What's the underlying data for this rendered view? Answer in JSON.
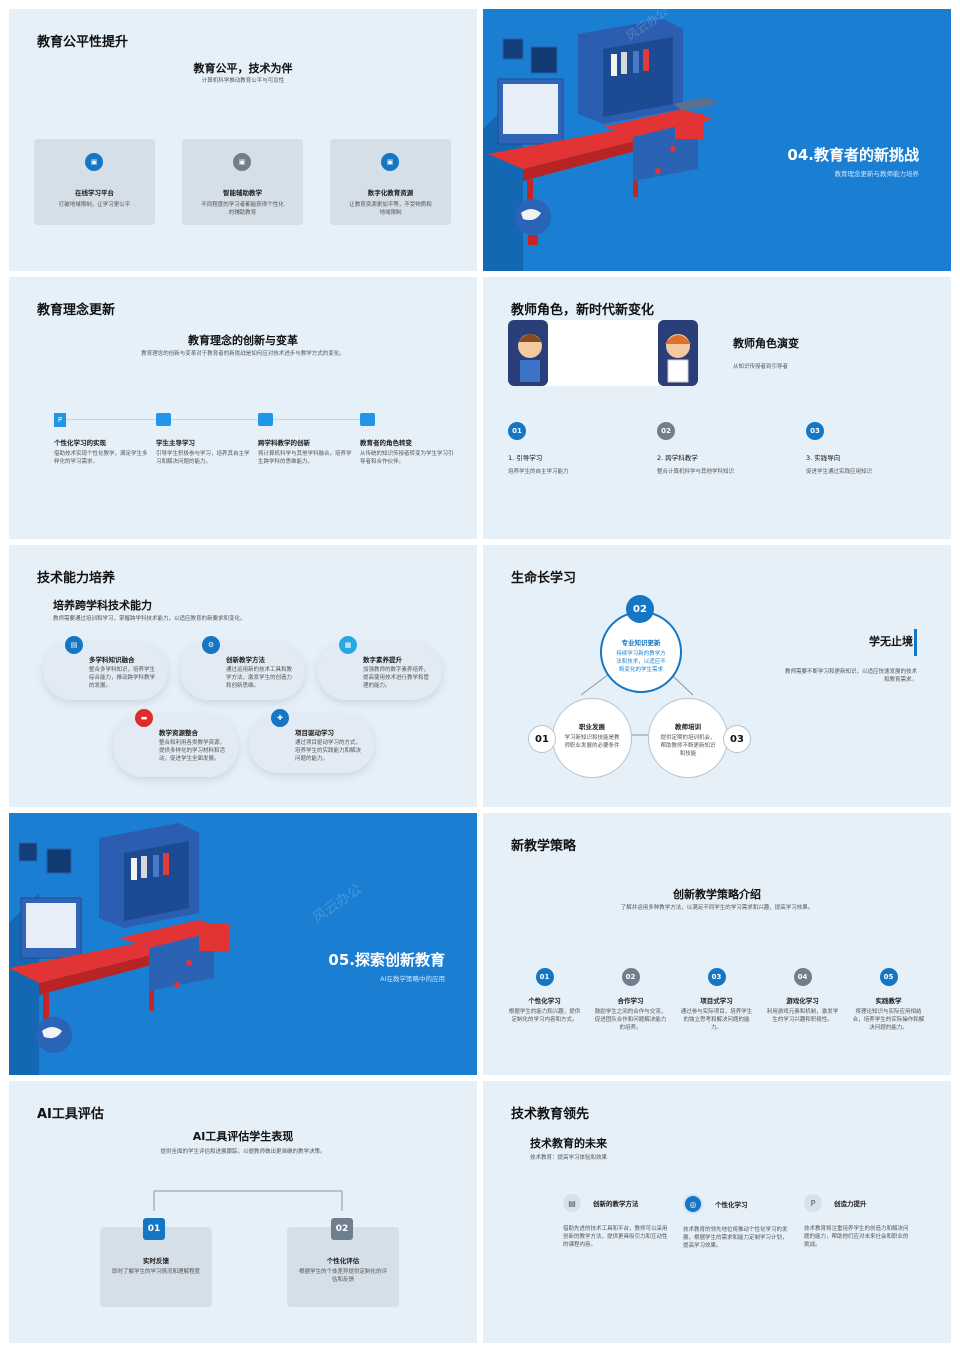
{
  "s1": {
    "title": "教育公平性提升",
    "heading": "教育公平，技术为伴",
    "sub": "计算机科学推动教育公平与可及性",
    "cards": [
      {
        "title": "在线学习平台",
        "desc": "打破地域限制，让学习更公平"
      },
      {
        "title": "智能辅助教学",
        "desc": "不同程度的学习者都能获得个性化的辅助教育"
      },
      {
        "title": "数字化教育资源",
        "desc": "让教育资源更加平等，不受物质和地域限制"
      }
    ]
  },
  "s2": {
    "title": "04.教育者的新挑战",
    "sub": "教育理念更新与教师能力培养",
    "watermark": "风云办公"
  },
  "s3": {
    "title": "教育理念更新",
    "heading": "教育理念的创新与变革",
    "sub": "教育理念的创新与变革对于教育者的新挑战是如何应对技术进步与教学方式的变化。",
    "items": [
      {
        "title": "个性化学习的实现",
        "desc": "借助技术实现个性化教学，满足学生多样化的学习需求。"
      },
      {
        "title": "学生主导学习",
        "desc": "引导学生积极参与学习，培养其自主学习和解决问题的能力。"
      },
      {
        "title": "跨学科教学的创新",
        "desc": "将计算机科学与其他学科融合，培养学生跨学科的思维能力。"
      },
      {
        "title": "教育者的角色转变",
        "desc": "从传统的知识传授者转变为学生学习引导者和合作伙伴。"
      }
    ]
  },
  "s4": {
    "title": "教师角色，新时代新变化",
    "heading": "教师角色演变",
    "sub": "从知识传授者到引导者",
    "items": [
      {
        "num": "01",
        "title": "1. 引导学习",
        "desc": "培养学生的自主学习能力"
      },
      {
        "num": "02",
        "title": "2. 跨学科教学",
        "desc": "整合计算机科学与其他学科知识"
      },
      {
        "num": "03",
        "title": "3. 实践导向",
        "desc": "促进学生通过实践应用知识"
      }
    ]
  },
  "s5": {
    "title": "技术能力培养",
    "heading": "培养跨学科技术能力",
    "sub": "教师需要通过培训和学习，掌握跨学科技术能力，以适应教育的新要求和变化。",
    "items": [
      {
        "title": "多学科知识融合",
        "desc": "整合多学科知识，培养学生综合能力，推动跨学科教学的发展。"
      },
      {
        "title": "创新教学方法",
        "desc": "通过运用新的技术工具和教学方法，激发学生的创造力和创新思维。"
      },
      {
        "title": "数字素养提升",
        "desc": "加强教师的数字素养培养，提高使用技术进行教学和管理的能力。"
      },
      {
        "title": "教学资源整合",
        "desc": "整合和利用各类教学资源，提供多样化的学习材料和活动，促进学生全面发展。"
      },
      {
        "title": "项目驱动学习",
        "desc": "通过项目驱动学习的方式，培养学生的实践能力和解决问题的能力。"
      }
    ]
  },
  "s6": {
    "title": "生命长学习",
    "top": {
      "num": "02",
      "title": "专业知识更新",
      "desc": "持续学习新的教学方法和技术，以适应不断变化的学生需求"
    },
    "left": {
      "num": "01",
      "title": "职业发展",
      "desc": "学习新知识和技能是教师职业发展的必要条件"
    },
    "right": {
      "num": "03",
      "title": "教师培训",
      "desc": "提供定期的培训机会，帮助教师不断更新知识和技能"
    },
    "side_title": "学无止境",
    "side_desc": "教师需要不断学习和更新知识，以适应快速发展的技术和教育需求。"
  },
  "s7": {
    "title": "05.探索创新教育",
    "sub": "AI在教学策略中的应用",
    "watermark": "风云办公"
  },
  "s8": {
    "title": "新教学策略",
    "heading": "创新教学策略介绍",
    "sub": "了解并运用多种教学方法，以满足不同学生的学习需求和兴趣，提高学习效果。",
    "items": [
      {
        "num": "01",
        "title": "个性化学习",
        "desc": "根据学生的能力和兴趣，提供定制化的学习内容和方式。"
      },
      {
        "num": "02",
        "title": "合作学习",
        "desc": "鼓励学生之间的合作与交流，促进团队合作和问题解决能力的培养。"
      },
      {
        "num": "03",
        "title": "项目式学习",
        "desc": "通过参与实际项目，培养学生的独立思考和解决问题的能力。"
      },
      {
        "num": "04",
        "title": "游戏化学习",
        "desc": "利用游戏元素和机制，激发学生的学习兴趣和积极性。"
      },
      {
        "num": "05",
        "title": "实践教学",
        "desc": "将理论知识与实际应用相结合，培养学生的实际操作和解决问题的能力。"
      }
    ]
  },
  "s9": {
    "title": "AI工具评估",
    "heading": "AI工具评估学生表现",
    "sub": "提供全面的学生评估和进展跟踪，以便教师做出更准确的教学决策。",
    "items": [
      {
        "num": "01",
        "title": "实时反馈",
        "desc": "即时了解学生的学习情况和理解程度"
      },
      {
        "num": "02",
        "title": "个性化评估",
        "desc": "根据学生的个体差异提供定制化的评估和反馈"
      }
    ]
  },
  "s10": {
    "title": "技术教育领先",
    "heading": "技术教育的未来",
    "sub": "技术教育：提高学习体验和效果",
    "items": [
      {
        "title": "创新的教学方法",
        "desc": "借助先进的技术工具和平台，教师可以采用创新的教学方法，提供更具吸引力和互动性的课程内容。"
      },
      {
        "title": "个性化学习",
        "desc": "技术教育的领先地位将推动个性化学习的发展，根据学生的需求和能力定制学习计划，提高学习效果。"
      },
      {
        "title": "创造力提升",
        "desc": "技术教育将注重培养学生的创造力和解决问题的能力，帮助他们应对未来社会和职业的挑战。"
      }
    ]
  },
  "colors": {
    "accent": "#1576c4",
    "bg": "#e6f0f8",
    "hero": "#0b6fc4",
    "red": "#e02b2b"
  }
}
